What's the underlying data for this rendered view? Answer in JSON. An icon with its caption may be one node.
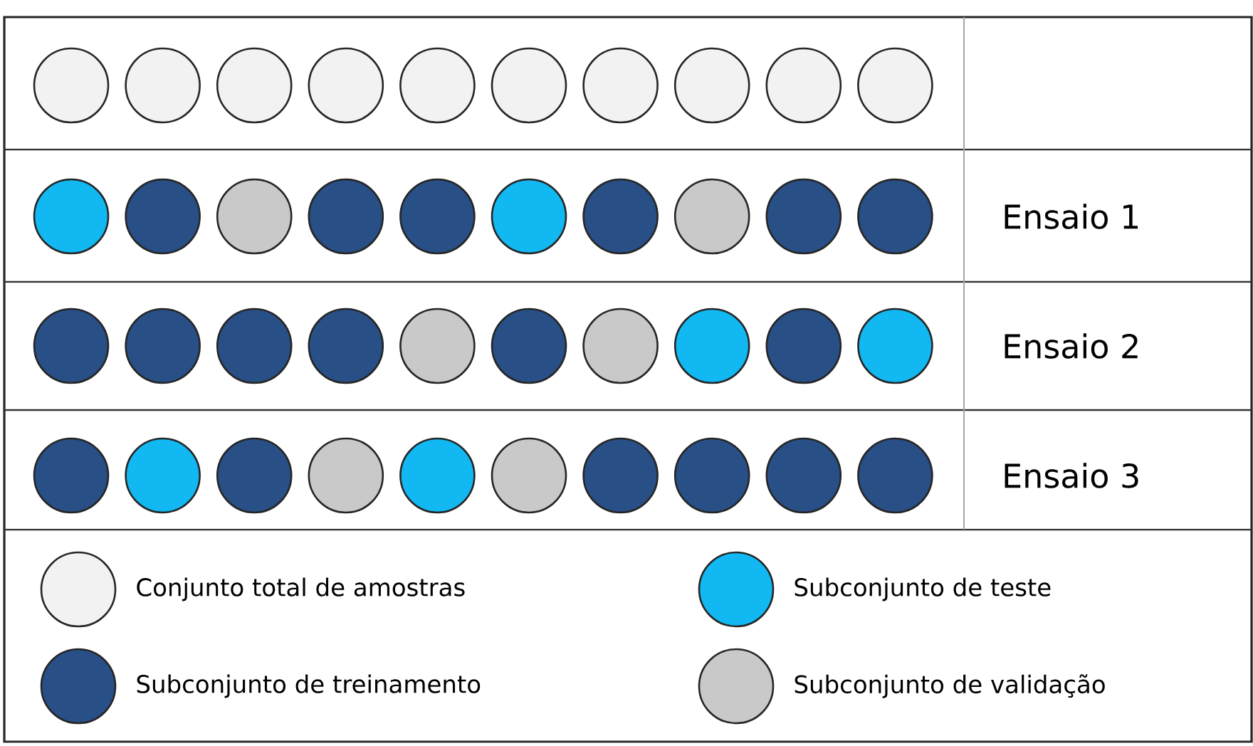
{
  "diagram": {
    "labels": [
      "Ensaio 1",
      "Ensaio 2",
      "Ensaio 3"
    ],
    "legend": [
      {
        "text": "Conjunto total de amostras",
        "color": "#f2f2f2"
      },
      {
        "text": "Subconjunto de teste",
        "color": "#12b8f2"
      },
      {
        "text": "Subconjunto de treinamento",
        "color": "#284f86"
      },
      {
        "text": "Subconjunto de validação",
        "color": "#c9c9c9"
      }
    ]
  }
}
